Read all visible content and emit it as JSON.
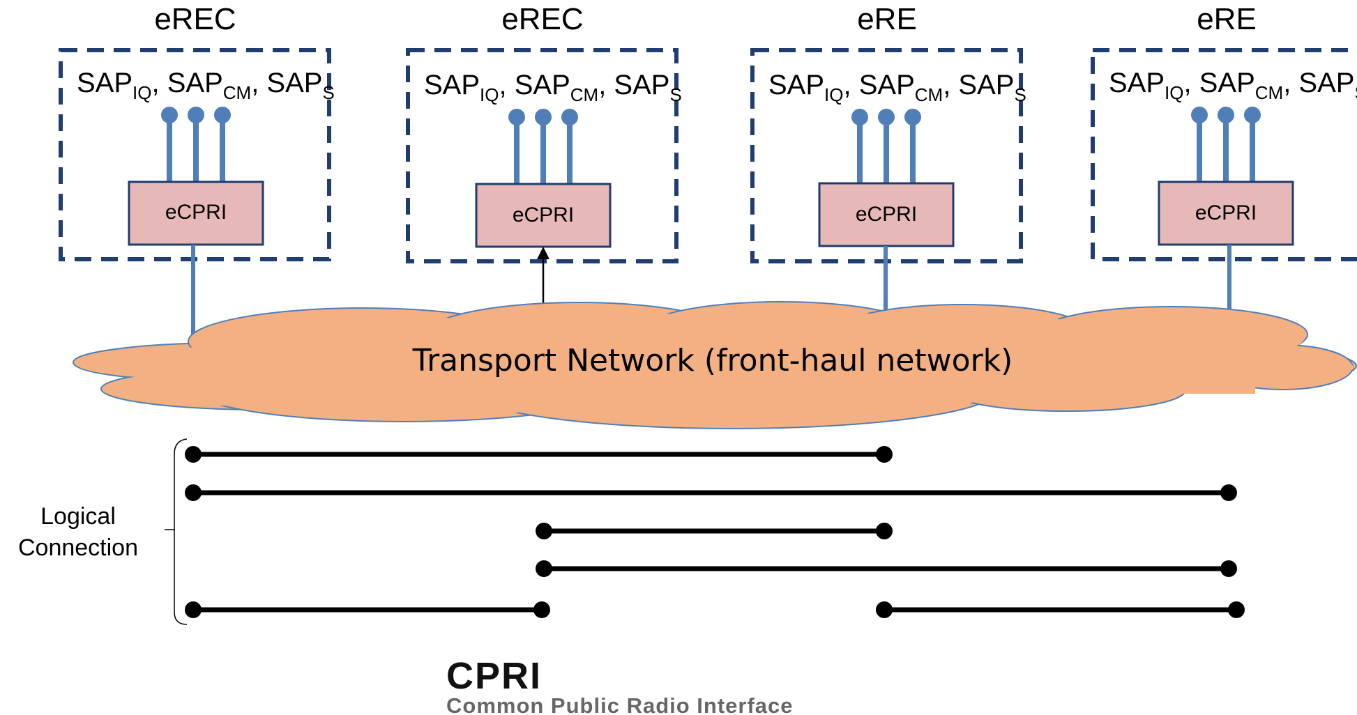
{
  "nodes": [
    {
      "title": "eREC",
      "sap": [
        "SAP",
        "IQ",
        ", SAP",
        "CM",
        ", SAP",
        "S"
      ],
      "block": "eCPRI"
    },
    {
      "title": "eREC",
      "sap": [
        "SAP",
        "IQ",
        ", SAP",
        "CM",
        ", SAP",
        "S"
      ],
      "block": "eCPRI"
    },
    {
      "title": "eRE",
      "sap": [
        "SAP",
        "IQ",
        ", SAP",
        "CM",
        ", SAP",
        "S"
      ],
      "block": "eCPRI"
    },
    {
      "title": "eRE",
      "sap": [
        "SAP",
        "IQ",
        ", SAP",
        "CM",
        ", SAP",
        "S"
      ],
      "block": "eCPRI"
    }
  ],
  "network": {
    "label": "Transport Network (front-haul network)"
  },
  "logical_connection": {
    "label_line1": "Logical",
    "label_line2": "Connection",
    "connections": [
      {
        "from": "eREC",
        "to": "eRE"
      },
      {
        "from": "eREC",
        "to": "eRE"
      },
      {
        "from": "eREC",
        "to": "eRE"
      },
      {
        "from": "eREC",
        "to": "eRE"
      },
      {
        "from": "eREC",
        "to": "eREC"
      },
      {
        "from": "eRE",
        "to": "eRE"
      }
    ]
  },
  "logo": {
    "main": "CPRI",
    "sub": "Common Public Radio Interface"
  },
  "colors": {
    "box_border": "#1F3D6E",
    "stem": "#4F7EB8",
    "ecpri_fill": "#E6B8B7",
    "cloud_fill": "#F3B183",
    "cloud_stroke": "#4F7EB8",
    "connection": "#000000"
  }
}
